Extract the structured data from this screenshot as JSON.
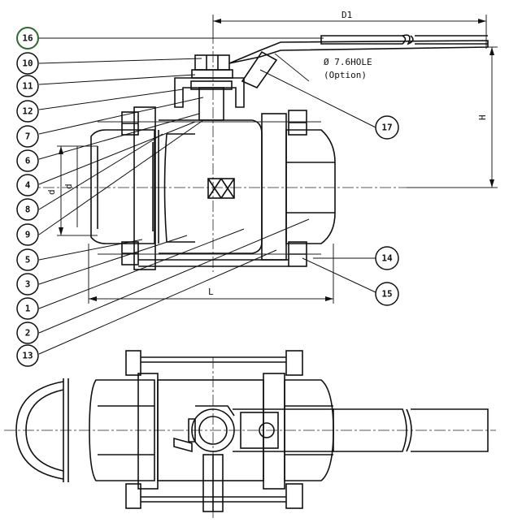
{
  "callouts": {
    "c16": "16",
    "c10": "10",
    "c11": "11",
    "c12": "12",
    "c7": "7",
    "c6": "6",
    "c4": "4",
    "c8": "8",
    "c9": "9",
    "c5": "5",
    "c3": "3",
    "c1": "1",
    "c2": "2",
    "c13": "13",
    "c17": "17",
    "c14": "14",
    "c15": "15"
  },
  "dimensions": {
    "d1": "D1",
    "h": "H",
    "l": "L",
    "d": "d"
  },
  "notes": {
    "hole": "Ø 7.6HOLE",
    "option": "(Option)"
  },
  "colors": {
    "line": "#111111",
    "highlight_callout": "#2d6b2d"
  }
}
